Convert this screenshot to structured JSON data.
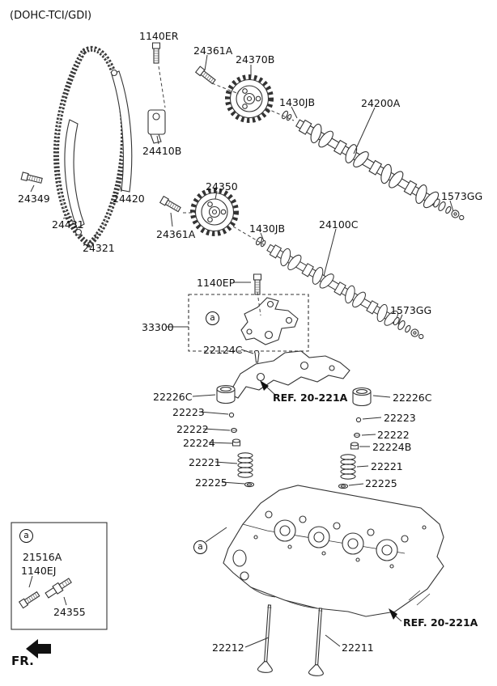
{
  "title": "(DOHC-TCI/GDI)",
  "fr_label": "FR.",
  "callout_marker": "a",
  "refs": {
    "top": "REF. 20-221A",
    "bottom": "REF. 20-221A"
  },
  "labels": [
    {
      "text": "1140ER"
    },
    {
      "text": "24361A"
    },
    {
      "text": "24370B"
    },
    {
      "text": "1430JB"
    },
    {
      "text": "24200A"
    },
    {
      "text": "24410B"
    },
    {
      "text": "1573GG"
    },
    {
      "text": "24349"
    },
    {
      "text": "24431"
    },
    {
      "text": "24420"
    },
    {
      "text": "24321"
    },
    {
      "text": "24361A"
    },
    {
      "text": "24350"
    },
    {
      "text": "1430JB"
    },
    {
      "text": "24100C"
    },
    {
      "text": "1140EP"
    },
    {
      "text": "1573GG"
    },
    {
      "text": "33300"
    },
    {
      "text": "22124C"
    },
    {
      "text": "22226C"
    },
    {
      "text": "22226C"
    },
    {
      "text": "22223"
    },
    {
      "text": "22223"
    },
    {
      "text": "22222"
    },
    {
      "text": "22222"
    },
    {
      "text": "22224"
    },
    {
      "text": "22224B"
    },
    {
      "text": "22221"
    },
    {
      "text": "22221"
    },
    {
      "text": "22225"
    },
    {
      "text": "22225"
    },
    {
      "text": "22212"
    },
    {
      "text": "22211"
    }
  ],
  "inset": {
    "marker": "a",
    "labels": [
      {
        "text": "21516A"
      },
      {
        "text": "1140EJ"
      },
      {
        "text": "24355"
      }
    ]
  }
}
